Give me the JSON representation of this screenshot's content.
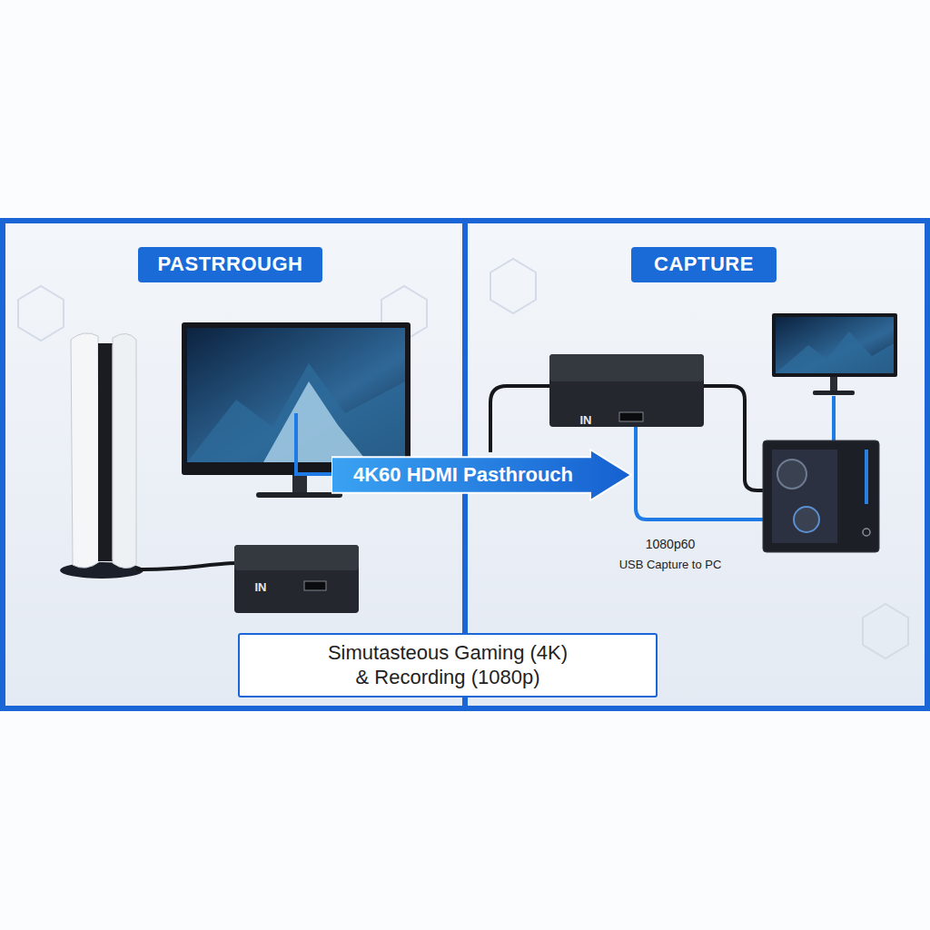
{
  "diagram": {
    "nodes": [
      {
        "text": [
          "PASTRROUGH"
        ]
      },
      {
        "text": [
          "CAPTURE"
        ]
      },
      {
        "text": [
          "4K60 HDMI Pasthrouch"
        ]
      },
      {
        "text": [
          "Simutasteous Gaming (4K) & Recording (1080p)"
        ]
      }
    ],
    "labels": [
      "IN",
      "IN",
      "1080p60",
      "USB Capture to PC"
    ]
  }
}
